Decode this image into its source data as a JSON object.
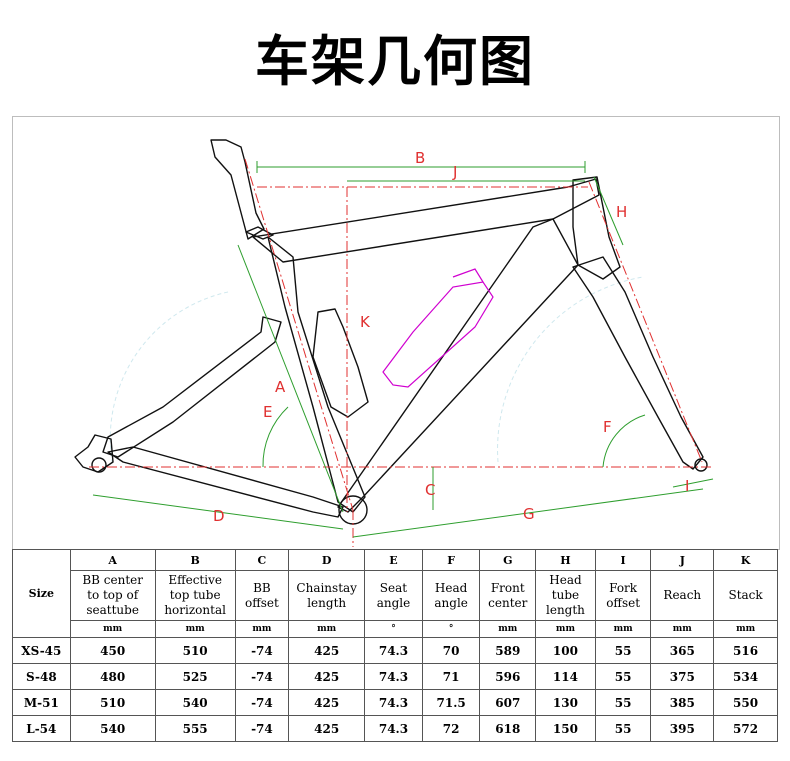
{
  "page_title": "车架几何图",
  "diagram_labels": {
    "B": "B",
    "J": "J",
    "H": "H",
    "K": "K",
    "A": "A",
    "E": "E",
    "F": "F",
    "C": "C",
    "D": "D",
    "G": "G",
    "I": "I"
  },
  "table": {
    "size_header": "Size",
    "letters": [
      "A",
      "B",
      "C",
      "D",
      "E",
      "F",
      "G",
      "H",
      "I",
      "J",
      "K"
    ],
    "labels": [
      [
        "BB center",
        "to top of",
        "seattube"
      ],
      [
        "Effective",
        "top tube",
        "horizontal"
      ],
      [
        "BB",
        "offset"
      ],
      [
        "Chainstay",
        "length"
      ],
      [
        "Seat",
        "angle"
      ],
      [
        "Head",
        "angle"
      ],
      [
        "Front",
        "center"
      ],
      [
        "Head",
        "tube",
        "length"
      ],
      [
        "Fork",
        "offset"
      ],
      [
        "Reach"
      ],
      [
        "Stack"
      ]
    ],
    "units": [
      "mm",
      "mm",
      "mm",
      "mm",
      "°",
      "°",
      "mm",
      "mm",
      "mm",
      "mm",
      "mm"
    ],
    "rows": [
      {
        "size": "XS-45",
        "values": [
          "450",
          "510",
          "-74",
          "425",
          "74.3",
          "70",
          "589",
          "100",
          "55",
          "365",
          "516"
        ]
      },
      {
        "size": "S-48",
        "values": [
          "480",
          "525",
          "-74",
          "425",
          "74.3",
          "71",
          "596",
          "114",
          "55",
          "375",
          "534"
        ]
      },
      {
        "size": "M-51",
        "values": [
          "510",
          "540",
          "-74",
          "425",
          "74.3",
          "71.5",
          "607",
          "130",
          "55",
          "385",
          "550"
        ]
      },
      {
        "size": "L-54",
        "values": [
          "540",
          "555",
          "-74",
          "425",
          "74.3",
          "72",
          "618",
          "150",
          "55",
          "395",
          "572"
        ]
      }
    ]
  }
}
